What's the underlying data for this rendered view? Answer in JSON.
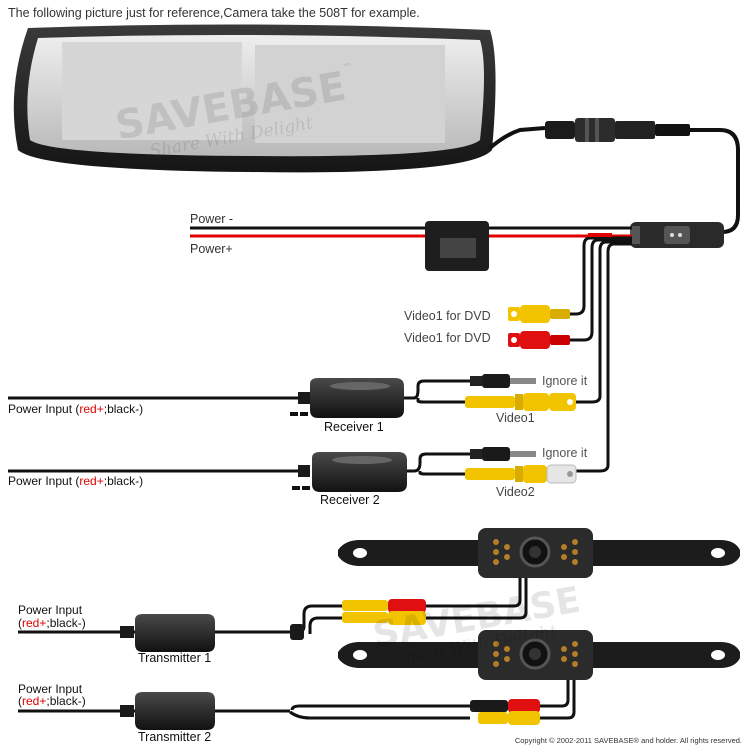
{
  "header": {
    "note": "The following picture just for reference,Camera take the 508T for example."
  },
  "watermark": {
    "brand": "SAVEBASE",
    "tm": "™",
    "slogan": "Share With Delight"
  },
  "power_labels": {
    "negative": "Power -",
    "positive": "Power+"
  },
  "video_labels": {
    "dvd_yellow": "Video1 for DVD",
    "dvd_red": "Video1 for DVD",
    "video1": "Video1",
    "video2": "Video2"
  },
  "ignore_labels": {
    "receiver1": "Ignore it",
    "receiver2": "Ignore it"
  },
  "receivers": [
    {
      "label": "Receiver 1",
      "power": {
        "prefix": "Power Input (",
        "red": "red+",
        "suffix": ";black-)"
      }
    },
    {
      "label": "Receiver 2",
      "power": {
        "prefix": "Power Input (",
        "red": "red+",
        "suffix": ";black-)"
      }
    }
  ],
  "transmitters": [
    {
      "label": "Transmitter 1",
      "power_line1": "Power Input",
      "power_red": "red+",
      "power_suffix": ";black-)",
      "power_prefix": "("
    },
    {
      "label": "Transmitter 2",
      "power_line1": "Power Input",
      "power_red": "red+",
      "power_suffix": ";black-)",
      "power_prefix": "("
    }
  ],
  "copyright": "Copyright © 2002-2011 SAVEBASE® and holder. All rights reserved.",
  "colors": {
    "wire": "#111111",
    "power_red": "#e00000",
    "rca_yellow": "#f2c400",
    "rca_red": "#e01010",
    "rca_white": "#e6e6e6",
    "device": "#2a2a2a"
  },
  "icons": [
    "rearview-mirror-monitor-icon",
    "power-control-box-icon",
    "receiver-icon",
    "transmitter-icon",
    "license-plate-camera-icon",
    "rca-plug-icon",
    "dc-plug-icon"
  ]
}
